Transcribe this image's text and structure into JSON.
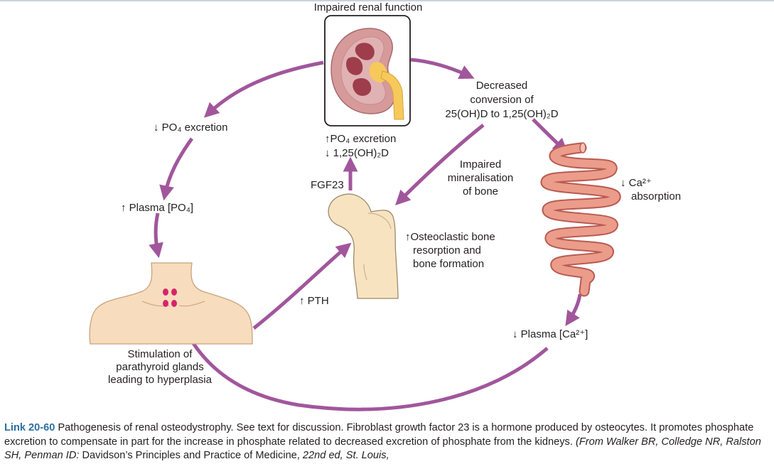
{
  "labels": {
    "impaired_renal": "Impaired renal function",
    "decreased_conv_1": "Decreased",
    "decreased_conv_2": "conversion of",
    "decreased_conv_3": "25(OH)D to 1,25(OH)₂D",
    "po4_excretion_down": "↓ PO₄ excretion",
    "po4_excretion_up": "↑PO₄ excretion",
    "calcitriol_down": "↓ 1,25(OH)₂D",
    "plasma_po4": "↑ Plasma [PO₄]",
    "fgf23": "FGF23",
    "impaired_min_1": "Impaired",
    "impaired_min_2": "mineralisation",
    "impaired_min_3": "of bone",
    "ca_abs_1": "↓ Ca²⁺",
    "ca_abs_2": "absorption",
    "osteo_1": "↑Osteoclastic bone",
    "osteo_2": "resorption and",
    "osteo_3": "bone formation",
    "pth": "↑ PTH",
    "plasma_ca": "↓ Plasma [Ca²⁺]",
    "stim_1": "Stimulation of",
    "stim_2": "parathyroid glands",
    "stim_3": "leading to hyperplasia"
  },
  "caption": {
    "link": "Link 20-60",
    "text_main": " Pathogenesis of renal osteodystrophy. See text for discussion. Fibroblast growth factor 23 is a hormone produced by osteocytes. It promotes phosphate excretion to compensate in part for the increase in phosphate related to decreased excretion of phosphate from the kidneys. ",
    "text_from": "(From Walker BR, Colledge NR, Ralston SH, Penman ID:",
    "text_book": " Davidson’s Principles and Practice of Medicine, ",
    "text_edition": "22nd ed, St. Louis,"
  },
  "colors": {
    "arrow": "#a1569c",
    "kidney": "#c98b8d",
    "kidney_medulla": "#9e3d4c",
    "ureter": "#f6c95a",
    "skin": "#f7dcbd",
    "bone": "#f7e3bf",
    "gut": "#e58a7a",
    "gland": "#d6246b",
    "caption_link": "#2e6fa3"
  }
}
